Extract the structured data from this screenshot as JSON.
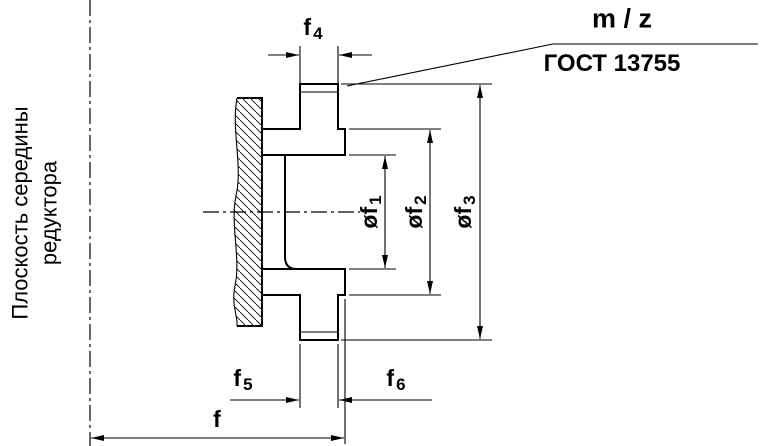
{
  "drawing": {
    "plane_label": {
      "line1": "Плоскость середины",
      "line2": "редуктора"
    },
    "module_label": "m / z",
    "standard_label": "ГОСТ 13755",
    "dimensions": {
      "f4": {
        "base": "f",
        "sub": "4"
      },
      "of1": {
        "base": "øf",
        "sub": "1"
      },
      "of2": {
        "base": "øf",
        "sub": "2"
      },
      "of3": {
        "base": "øf",
        "sub": "3"
      },
      "f5": {
        "base": "f",
        "sub": "5"
      },
      "f6": {
        "base": "f",
        "sub": "6"
      },
      "f": {
        "base": "f",
        "sub": ""
      }
    },
    "colors": {
      "line": "#000000",
      "background": "#ffffff"
    }
  }
}
